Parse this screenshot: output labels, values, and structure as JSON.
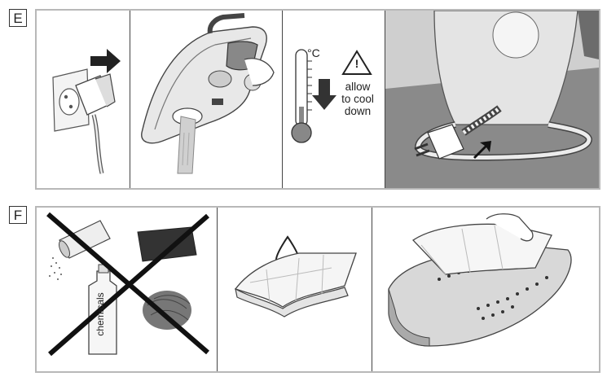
{
  "sections": [
    {
      "label": "E"
    },
    {
      "label": "F"
    }
  ],
  "cooldown": {
    "unit": "°C",
    "warning_symbol": "!",
    "message_line1": "allow",
    "message_line2": "to cool",
    "message_line3": "down"
  },
  "forbidden": {
    "bottle_text": "chemicals"
  },
  "icons": [
    "plug-socket-icon",
    "arrow-right-icon",
    "iron-steam-icon",
    "thermometer-icon",
    "arrow-down-icon",
    "warning-triangle-icon",
    "cord-wrap-icon",
    "sponge-icon",
    "spray-can-icon",
    "steel-wool-icon",
    "water-drop-icon",
    "cloth-icon",
    "iron-soleplate-icon"
  ]
}
